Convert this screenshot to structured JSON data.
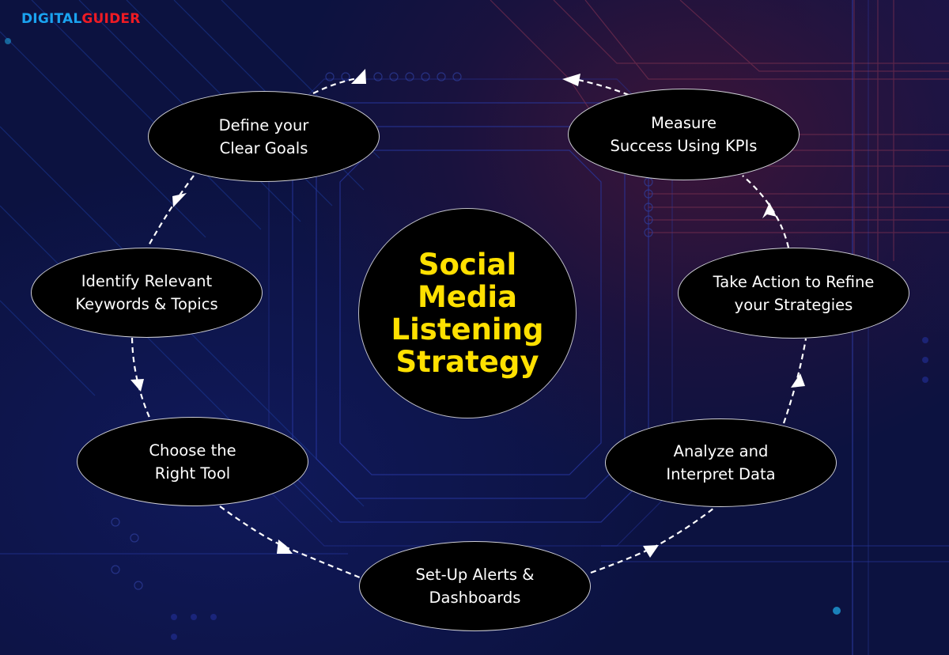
{
  "logo": {
    "part1": "DIGITAL",
    "part2": "GUIDER",
    "color1": "#1aa3f0",
    "color2": "#ee1b24"
  },
  "center": {
    "lines": [
      "Social",
      "Media",
      "Listening",
      "Strategy"
    ],
    "text_color": "#ffe000"
  },
  "steps": [
    {
      "id": "define-goals",
      "line1": "Define your",
      "line2": "Clear Goals"
    },
    {
      "id": "identify-keywords",
      "line1": "Identify Relevant",
      "line2": "Keywords & Topics"
    },
    {
      "id": "choose-tool",
      "line1": "Choose the",
      "line2": "Right Tool"
    },
    {
      "id": "setup-alerts",
      "line1": "Set-Up Alerts &",
      "line2": "Dashboards"
    },
    {
      "id": "analyze-data",
      "line1": "Analyze and",
      "line2": "Interpret Data"
    },
    {
      "id": "take-action",
      "line1": "Take Action to Refine",
      "line2": "your Strategies"
    },
    {
      "id": "measure-kpis",
      "line1": "Measure",
      "line2": "Success Using KPIs"
    }
  ],
  "colors": {
    "background": "#0d1444",
    "node_fill": "#000000",
    "node_text": "#ffffff",
    "arrow": "#ffffff"
  }
}
